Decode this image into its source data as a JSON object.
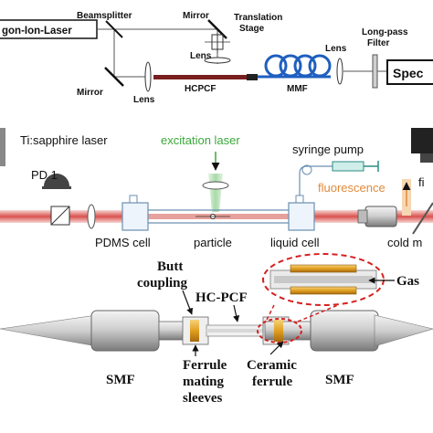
{
  "panel_top": {
    "laser_label": "gon-Ion-Laser",
    "beamsplitter": "Beamsplitter",
    "mirror_top": "Mirror",
    "translation_stage": "Translation\nStage",
    "lens_upper": "Lens",
    "lens_right": "Lens",
    "filter": "Long-pass\nFilter",
    "mirror_bottom": "Mirror",
    "lens_lower": "Lens",
    "hcpcf": "HCPCF",
    "mmf": "MMF",
    "spectrometer": "Spec"
  },
  "panel_middle": {
    "laser_label": "Ti:sapphire laser",
    "excitation": "excitation laser",
    "syringe": "syringe pump",
    "fluorescence": "fluorescence",
    "pd": "PD 1",
    "pdms_cell": "PDMS cell",
    "particle": "particle",
    "liquid_cell": "liquid cell",
    "cold_mirror": "cold m",
    "fi": "fi"
  },
  "panel_bottom": {
    "butt_coupling": "Butt\ncoupling",
    "hc_pcf": "HC-PCF",
    "gas": "Gas",
    "smf_left": "SMF",
    "smf_right": "SMF",
    "ferrule_sleeves": "Ferrule\nmating\nsleeves",
    "ceramic_ferrule": "Ceramic\nferrule"
  },
  "colors": {
    "red_beam": "#d9534f",
    "green_beam": "#4caf50",
    "orange_fluor": "#f0b070",
    "fiber_blue": "#1f5fbf",
    "hcpcf_red": "#7a1f1f",
    "gold": "#e0a020",
    "dashed_red": "#d62020",
    "gray_body": "#b0b0b0"
  }
}
